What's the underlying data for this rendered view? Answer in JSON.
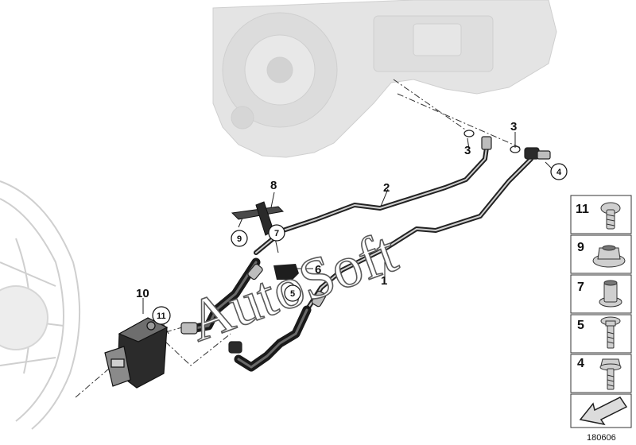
{
  "diagram": {
    "reference_number": "180606",
    "watermark": "AutoSoft",
    "callouts": [
      {
        "id": "c1",
        "label": "1",
        "circled": false
      },
      {
        "id": "c2",
        "label": "2",
        "circled": false
      },
      {
        "id": "c3a",
        "label": "3",
        "circled": false
      },
      {
        "id": "c3b",
        "label": "3",
        "circled": false
      },
      {
        "id": "c4",
        "label": "4",
        "circled": true
      },
      {
        "id": "c5",
        "label": "5",
        "circled": true
      },
      {
        "id": "c6",
        "label": "6",
        "circled": false
      },
      {
        "id": "c7",
        "label": "7",
        "circled": true
      },
      {
        "id": "c8",
        "label": "8",
        "circled": false
      },
      {
        "id": "c9",
        "label": "9",
        "circled": true
      },
      {
        "id": "c10",
        "label": "10",
        "circled": false
      },
      {
        "id": "c11",
        "label": "11",
        "circled": true
      }
    ],
    "side_panel": [
      {
        "label": "11",
        "part": "screw-round-head"
      },
      {
        "label": "9",
        "part": "flange-nut"
      },
      {
        "label": "7",
        "part": "collar-nut"
      },
      {
        "label": "5",
        "part": "flange-bolt"
      },
      {
        "label": "4",
        "part": "hex-bolt"
      },
      {
        "label": "",
        "part": "direction-arrow"
      }
    ]
  }
}
